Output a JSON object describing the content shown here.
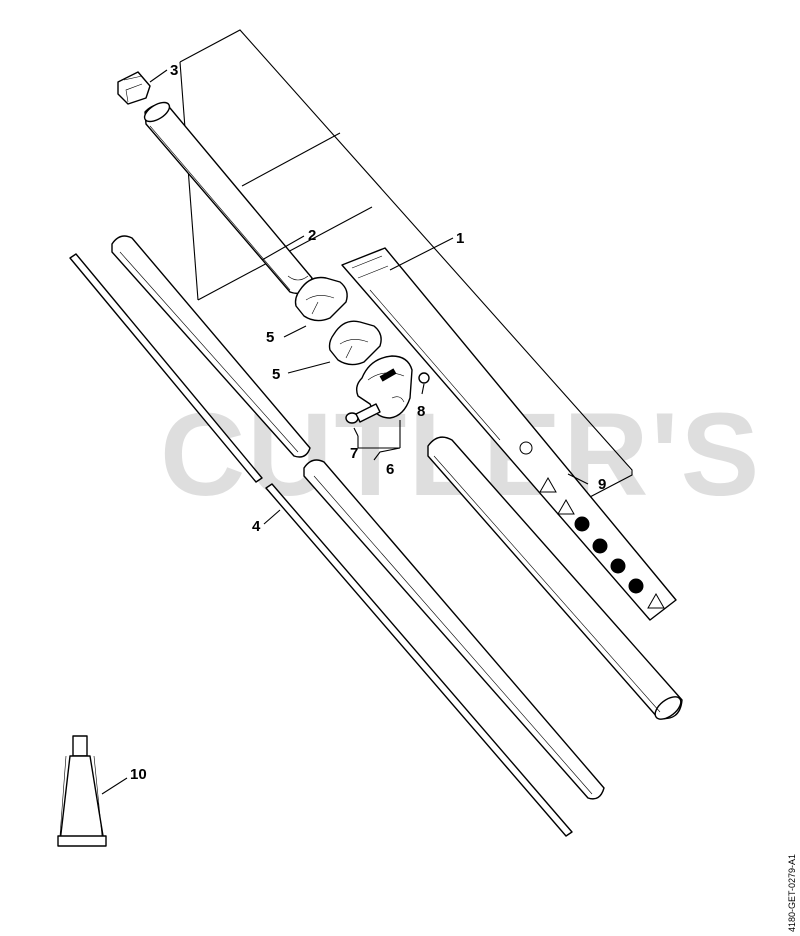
{
  "diagram": {
    "watermark": "CUTLER'S",
    "drawing_reference": "4180-GET-0279-A1",
    "callouts": {
      "c1": "1",
      "c2": "2",
      "c3": "3",
      "c4": "4",
      "c5a": "5",
      "c5b": "5",
      "c6": "6",
      "c7": "7",
      "c8": "8",
      "c9": "9",
      "c10": "10"
    }
  }
}
